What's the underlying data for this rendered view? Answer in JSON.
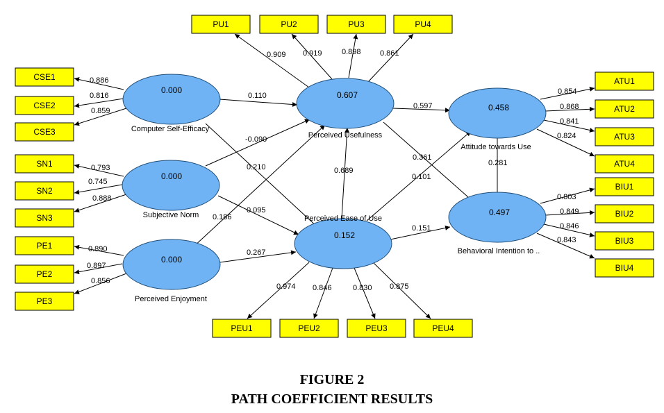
{
  "caption": {
    "title": "FIGURE 2",
    "subtitle": "PATH COEFFICIENT RESULTS"
  },
  "colors": {
    "indicator_fill": "#ffff00",
    "construct_fill": "#6fb3f4",
    "construct_stroke": "#1f4e79",
    "edge": "#000000"
  },
  "constructs": {
    "cse": {
      "name": "Computer Self-Efficacy",
      "r2": "0.000"
    },
    "sn": {
      "name": "Subjective Norm",
      "r2": "0.000"
    },
    "pe": {
      "name": "Perceived Enjoyment",
      "r2": "0.000"
    },
    "pu": {
      "name": "Perceived Usefulness",
      "r2": "0.607"
    },
    "peou": {
      "name": "Perceived Ease of Use",
      "r2": "0.152"
    },
    "atu": {
      "name": "Attitude towards Use",
      "r2": "0.458"
    },
    "biu": {
      "name": "Behavioral Intention to ..",
      "r2": "0.497"
    }
  },
  "indicators": {
    "cse": [
      {
        "label": "CSE1",
        "loading": "0.886"
      },
      {
        "label": "CSE2",
        "loading": "0.816"
      },
      {
        "label": "CSE3",
        "loading": "0.859"
      }
    ],
    "sn": [
      {
        "label": "SN1",
        "loading": "0.793"
      },
      {
        "label": "SN2",
        "loading": "0.745"
      },
      {
        "label": "SN3",
        "loading": "0.888"
      }
    ],
    "pe": [
      {
        "label": "PE1",
        "loading": "0.890"
      },
      {
        "label": "PE2",
        "loading": "0.897"
      },
      {
        "label": "PE3",
        "loading": "0.856"
      }
    ],
    "pu": [
      {
        "label": "PU1",
        "loading": "0.909"
      },
      {
        "label": "PU2",
        "loading": "0.919"
      },
      {
        "label": "PU3",
        "loading": "0.898"
      },
      {
        "label": "PU4",
        "loading": "0.861"
      }
    ],
    "peou": [
      {
        "label": "PEU1",
        "loading": "0.974"
      },
      {
        "label": "PEU2",
        "loading": "0.846"
      },
      {
        "label": "PEU3",
        "loading": "0.830"
      },
      {
        "label": "PEU4",
        "loading": "0.875"
      }
    ],
    "atu": [
      {
        "label": "ATU1",
        "loading": "0.854"
      },
      {
        "label": "ATU2",
        "loading": "0.868"
      },
      {
        "label": "ATU3",
        "loading": "0.841"
      },
      {
        "label": "ATU4",
        "loading": "0.824"
      }
    ],
    "biu": [
      {
        "label": "BIU1",
        "loading": "0.803"
      },
      {
        "label": "BIU2",
        "loading": "0.849"
      },
      {
        "label": "BIU3",
        "loading": "0.846"
      },
      {
        "label": "BIU4",
        "loading": "0.843"
      }
    ]
  },
  "paths": {
    "cse_pu": "0.110",
    "cse_peou": "0.210",
    "sn_pu": "-0.090",
    "sn_peou": "0.095",
    "pe_pu": "0.186",
    "pe_peou": "0.267",
    "peou_pu": "0.689",
    "pu_atu": "0.597",
    "pu_biu": "0.361",
    "peou_atu": "0.101",
    "peou_biu": "0.151",
    "atu_biu": "0.281"
  }
}
